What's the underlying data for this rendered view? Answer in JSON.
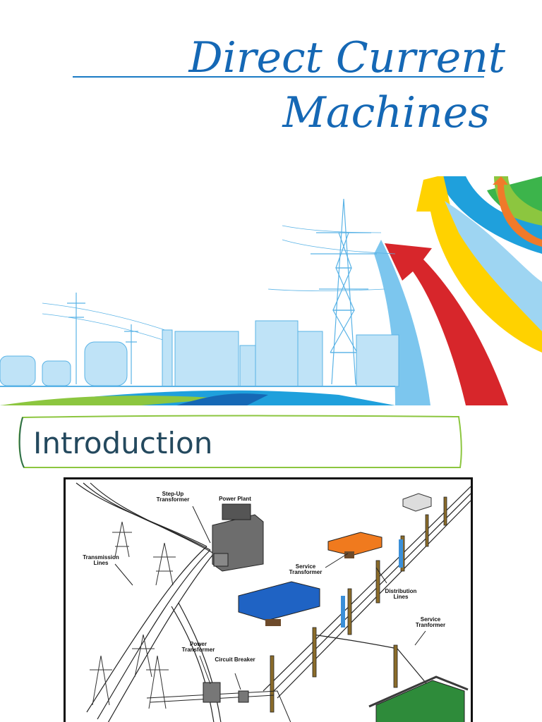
{
  "title": {
    "line1": "Direct Current",
    "line2": "Machines"
  },
  "section": {
    "heading": "Introduction"
  },
  "diagram": {
    "labels": {
      "step_up_transformer": "Step-Up Transformer",
      "power_plant": "Power Plant",
      "transmission_lines": "Transmission Lines",
      "service_transformer_1": "Service Transformer",
      "distribution_lines": "Distribution Lines",
      "service_transformer_2": "Service Tranformer",
      "power_transformer": "Power Transformer",
      "circuit_breaker": "Circuit Breaker"
    }
  },
  "colors": {
    "title": "#1568b5",
    "heading": "#24495e",
    "arrow_orange": "#f07a2a",
    "arrow_green": "#8cc63f",
    "arrow_yellow": "#ffd200",
    "arrow_red": "#d7262b",
    "arrow_blue": "#1fa0dc",
    "skyline_blue": "#7cc6ee"
  }
}
